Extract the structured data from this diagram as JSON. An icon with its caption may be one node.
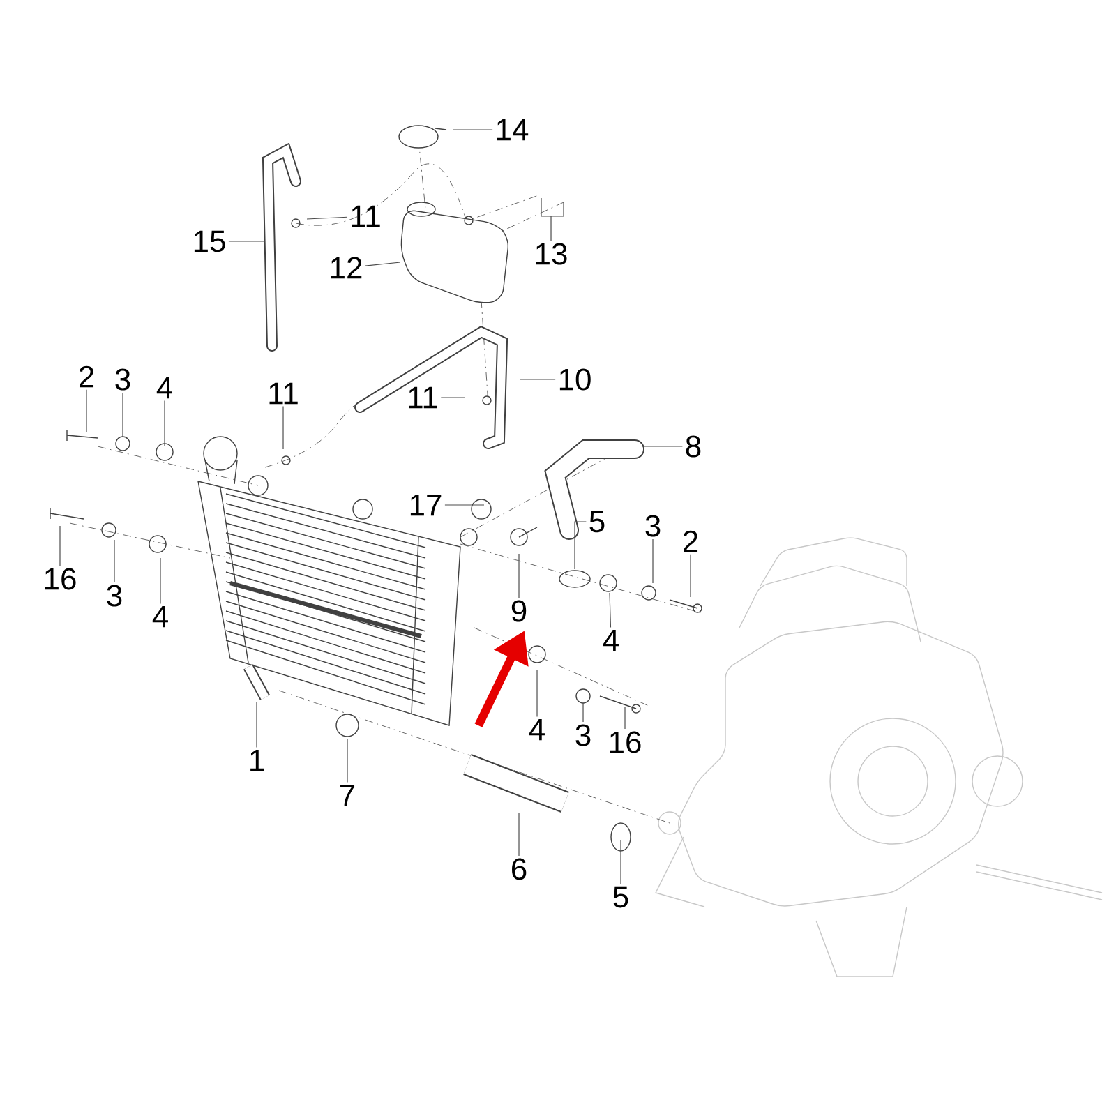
{
  "diagram": {
    "nodes": [
      {
        "text": [
          "14"
        ]
      },
      {
        "text": [
          "11"
        ]
      },
      {
        "text": [
          "15"
        ]
      },
      {
        "text": [
          "13"
        ]
      },
      {
        "text": [
          "12"
        ]
      },
      {
        "text": [
          "2"
        ]
      },
      {
        "text": [
          "3"
        ]
      },
      {
        "text": [
          "4"
        ]
      },
      {
        "text": [
          "11"
        ]
      },
      {
        "text": [
          "11"
        ]
      },
      {
        "text": [
          "10"
        ]
      },
      {
        "text": [
          "8"
        ]
      },
      {
        "text": [
          "17"
        ]
      },
      {
        "text": [
          "3"
        ]
      },
      {
        "text": [
          "2"
        ]
      },
      {
        "text": [
          "5"
        ]
      },
      {
        "text": [
          "16"
        ]
      },
      {
        "text": [
          "3"
        ]
      },
      {
        "text": [
          "9"
        ]
      },
      {
        "text": [
          "4"
        ]
      },
      {
        "text": [
          "4"
        ]
      },
      {
        "text": [
          "4"
        ]
      },
      {
        "text": [
          "3"
        ]
      },
      {
        "text": [
          "16"
        ]
      },
      {
        "text": [
          "1"
        ]
      },
      {
        "text": [
          "7"
        ]
      },
      {
        "text": [
          "6"
        ]
      },
      {
        "text": [
          "5"
        ]
      }
    ],
    "edges": [
      {
        "from": 0,
        "to": null,
        "arrow": "none"
      },
      {
        "from": 1,
        "to": null,
        "arrow": "none"
      },
      {
        "from": 2,
        "to": null,
        "arrow": "none"
      },
      {
        "from": 3,
        "to": null,
        "arrow": "none"
      },
      {
        "from": 4,
        "to": null,
        "arrow": "none"
      },
      {
        "from": 5,
        "to": null,
        "arrow": "none"
      },
      {
        "from": 6,
        "to": null,
        "arrow": "none"
      },
      {
        "from": 7,
        "to": null,
        "arrow": "none"
      },
      {
        "from": 8,
        "to": null,
        "arrow": "none"
      },
      {
        "from": 9,
        "to": null,
        "arrow": "none"
      },
      {
        "from": 10,
        "to": null,
        "arrow": "none"
      },
      {
        "from": 11,
        "to": null,
        "arrow": "none"
      },
      {
        "from": 12,
        "to": null,
        "arrow": "none"
      },
      {
        "from": 13,
        "to": null,
        "arrow": "none"
      },
      {
        "from": 14,
        "to": null,
        "arrow": "none"
      },
      {
        "from": 15,
        "to": null,
        "arrow": "none"
      },
      {
        "from": 16,
        "to": null,
        "arrow": "none"
      },
      {
        "from": 17,
        "to": null,
        "arrow": "none"
      },
      {
        "from": 18,
        "to": null,
        "arrow": "none"
      },
      {
        "from": 19,
        "to": null,
        "arrow": "none"
      },
      {
        "from": 20,
        "to": null,
        "arrow": "none"
      },
      {
        "from": 21,
        "to": null,
        "arrow": "none"
      },
      {
        "from": 22,
        "to": null,
        "arrow": "none"
      },
      {
        "from": 23,
        "to": null,
        "arrow": "none"
      },
      {
        "from": 24,
        "to": null,
        "arrow": "none"
      },
      {
        "from": 25,
        "to": null,
        "arrow": "none"
      },
      {
        "from": 26,
        "to": null,
        "arrow": "none"
      },
      {
        "from": 27,
        "to": null,
        "arrow": "none"
      }
    ]
  }
}
